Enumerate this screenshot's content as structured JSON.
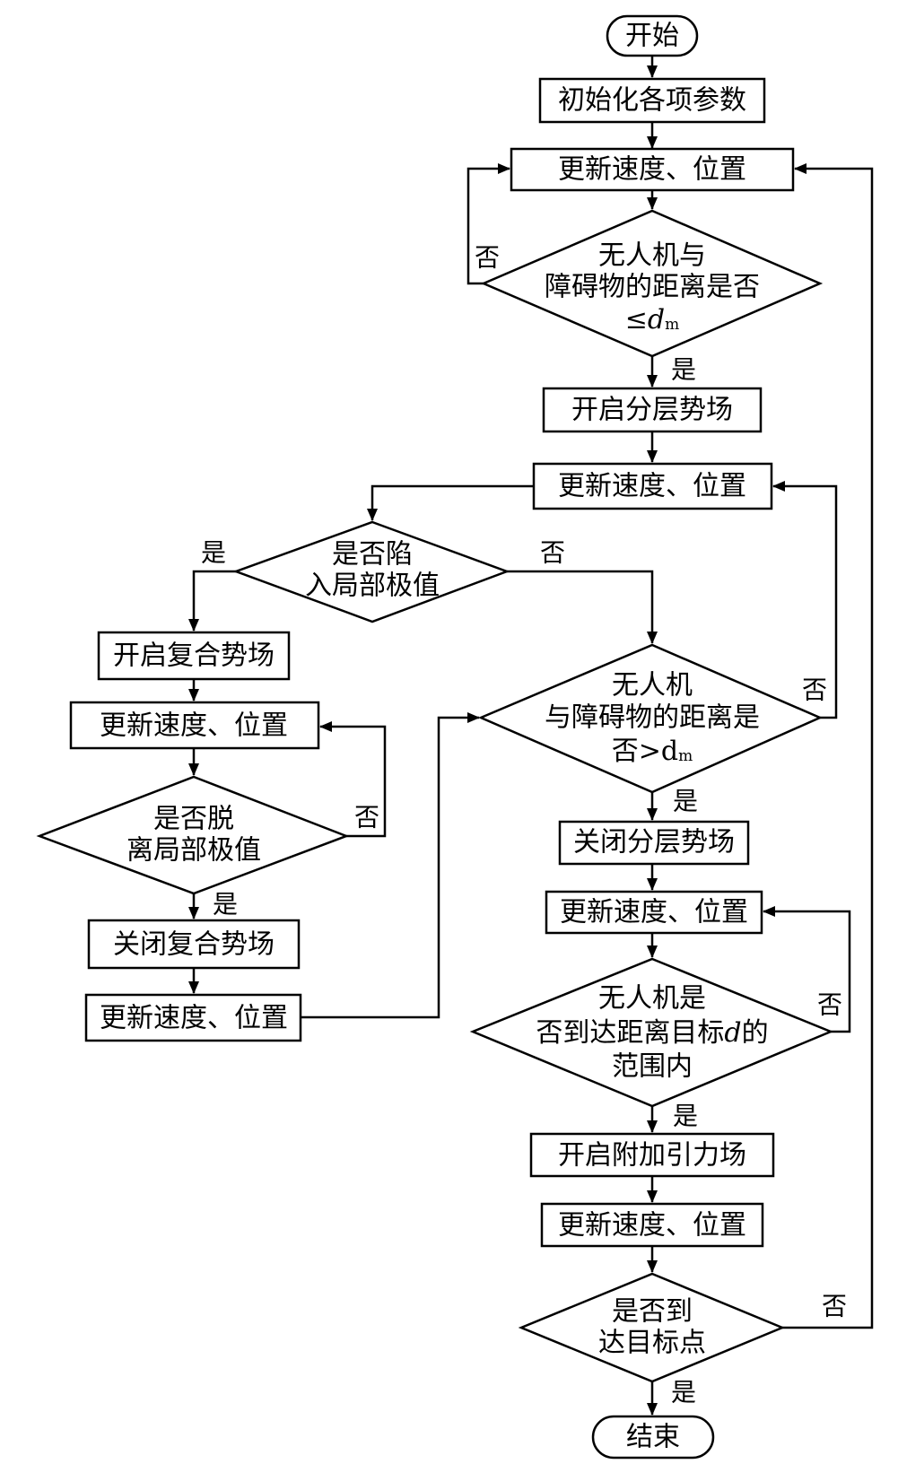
{
  "nodes": {
    "start": "开始",
    "init": "初始化各项参数",
    "update1": "更新速度、位置",
    "check_le_dm": [
      "无人机与",
      "障碍物的距离是否",
      "≤d",
      "m"
    ],
    "open_layered": "开启分层势场",
    "update2": "更新速度、位置",
    "local_min": [
      "是否陷",
      "入局部极值"
    ],
    "open_composite": "开启复合势场",
    "update3": "更新速度、位置",
    "escape_min": [
      "是否脱",
      "离局部极值"
    ],
    "close_composite": "关闭复合势场",
    "update4": "更新速度、位置",
    "check_gt_dm": [
      "无人机",
      "与障碍物的距离是",
      "否>d",
      "m"
    ],
    "close_layered": "关闭分层势场",
    "update5": "更新速度、位置",
    "reach_range": [
      "无人机是",
      "否到达距离目标",
      "d",
      "的",
      "范围内"
    ],
    "open_extra": "开启附加引力场",
    "update6": "更新速度、位置",
    "reach_goal": [
      "是否到",
      "达目标点"
    ],
    "end": "结束"
  },
  "branch_labels": {
    "yes": "是",
    "no": "否"
  }
}
